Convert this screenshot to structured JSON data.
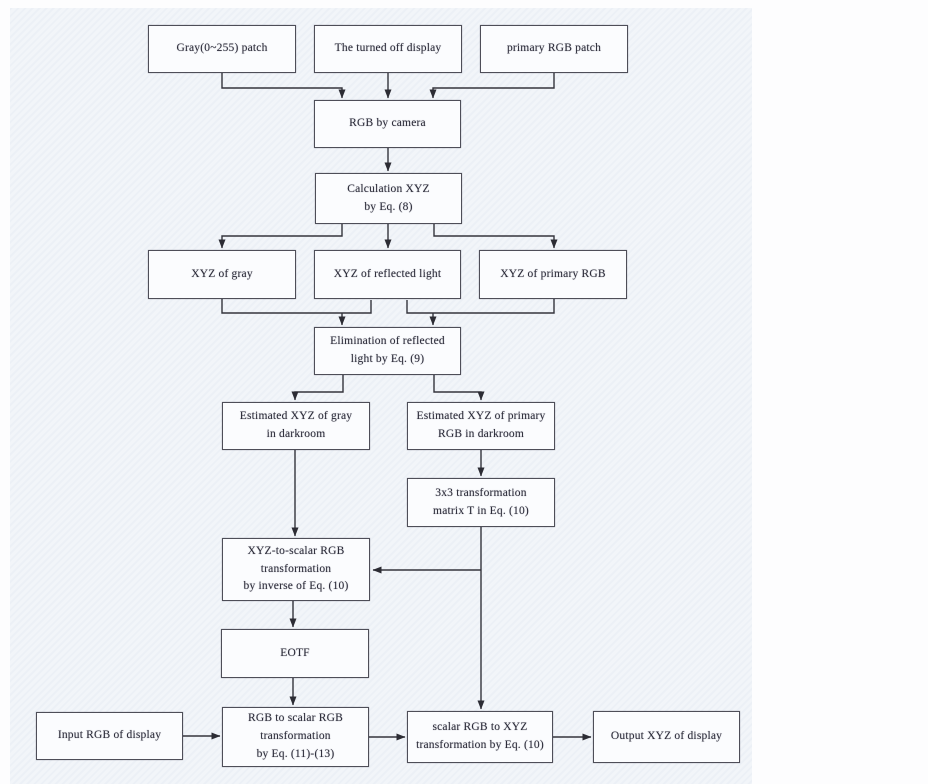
{
  "figure": {
    "type": "flowchart",
    "description": "Display colorimetric characterization pipeline flowchart",
    "colors": {
      "page_background": "#fdfdfe",
      "scan_tint": "#f2f5f9",
      "box_fill": "#fbfcfe",
      "box_border": "#4e4e58",
      "line_color": "#34343c",
      "text_color": "#2b2b38"
    }
  },
  "nodes": [
    {
      "id": "gray-patch",
      "label": "Gray(0~255) patch"
    },
    {
      "id": "turned-off-display",
      "label": "The turned off display"
    },
    {
      "id": "primary-rgb-patch",
      "label": "primary RGB patch"
    },
    {
      "id": "rgb-by-camera",
      "label": "RGB by camera"
    },
    {
      "id": "calculation-xyz",
      "label": "Calculation XYZ\nby Eq. (8)"
    },
    {
      "id": "xyz-of-gray",
      "label": "XYZ of gray"
    },
    {
      "id": "xyz-of-reflected-light",
      "label": "XYZ of reflected light"
    },
    {
      "id": "xyz-of-primary-rgb",
      "label": "XYZ of primary RGB"
    },
    {
      "id": "elimination-reflected-light",
      "label": "Elimination of reflected\nlight by Eq. (9)"
    },
    {
      "id": "estimated-xyz-gray",
      "label": "Estimated XYZ of gray\nin darkroom"
    },
    {
      "id": "estimated-xyz-primary-rgb",
      "label": "Estimated XYZ of primary\nRGB in darkroom"
    },
    {
      "id": "transformation-matrix",
      "label": "3x3 transformation\nmatrix T in Eq. (10)"
    },
    {
      "id": "xyz-to-scalar-rgb",
      "label": "XYZ-to-scalar RGB\ntransformation\nby inverse of Eq. (10)"
    },
    {
      "id": "eotf",
      "label": "EOTF"
    },
    {
      "id": "input-rgb-display",
      "label": "Input RGB of display"
    },
    {
      "id": "rgb-to-scalar-rgb",
      "label": "RGB to scalar RGB\ntransformation\nby Eq. (11)-(13)"
    },
    {
      "id": "scalar-rgb-to-xyz",
      "label": "scalar RGB to XYZ\ntransformation by Eq. (10)"
    },
    {
      "id": "output-xyz-display",
      "label": "Output XYZ of display"
    }
  ],
  "edges": [
    {
      "from": "gray-patch",
      "to": "rgb-by-camera"
    },
    {
      "from": "turned-off-display",
      "to": "rgb-by-camera"
    },
    {
      "from": "primary-rgb-patch",
      "to": "rgb-by-camera"
    },
    {
      "from": "rgb-by-camera",
      "to": "calculation-xyz"
    },
    {
      "from": "calculation-xyz",
      "to": "xyz-of-gray"
    },
    {
      "from": "calculation-xyz",
      "to": "xyz-of-reflected-light"
    },
    {
      "from": "calculation-xyz",
      "to": "xyz-of-primary-rgb"
    },
    {
      "from": "xyz-of-gray",
      "to": "elimination-reflected-light"
    },
    {
      "from": "xyz-of-reflected-light",
      "to": "elimination-reflected-light"
    },
    {
      "from": "xyz-of-primary-rgb",
      "to": "elimination-reflected-light"
    },
    {
      "from": "elimination-reflected-light",
      "to": "estimated-xyz-gray"
    },
    {
      "from": "elimination-reflected-light",
      "to": "estimated-xyz-primary-rgb"
    },
    {
      "from": "estimated-xyz-gray",
      "to": "xyz-to-scalar-rgb"
    },
    {
      "from": "estimated-xyz-primary-rgb",
      "to": "transformation-matrix"
    },
    {
      "from": "transformation-matrix",
      "to": "xyz-to-scalar-rgb"
    },
    {
      "from": "transformation-matrix",
      "to": "scalar-rgb-to-xyz"
    },
    {
      "from": "xyz-to-scalar-rgb",
      "to": "eotf"
    },
    {
      "from": "eotf",
      "to": "rgb-to-scalar-rgb"
    },
    {
      "from": "input-rgb-display",
      "to": "rgb-to-scalar-rgb"
    },
    {
      "from": "rgb-to-scalar-rgb",
      "to": "scalar-rgb-to-xyz"
    },
    {
      "from": "scalar-rgb-to-xyz",
      "to": "output-xyz-display"
    }
  ]
}
